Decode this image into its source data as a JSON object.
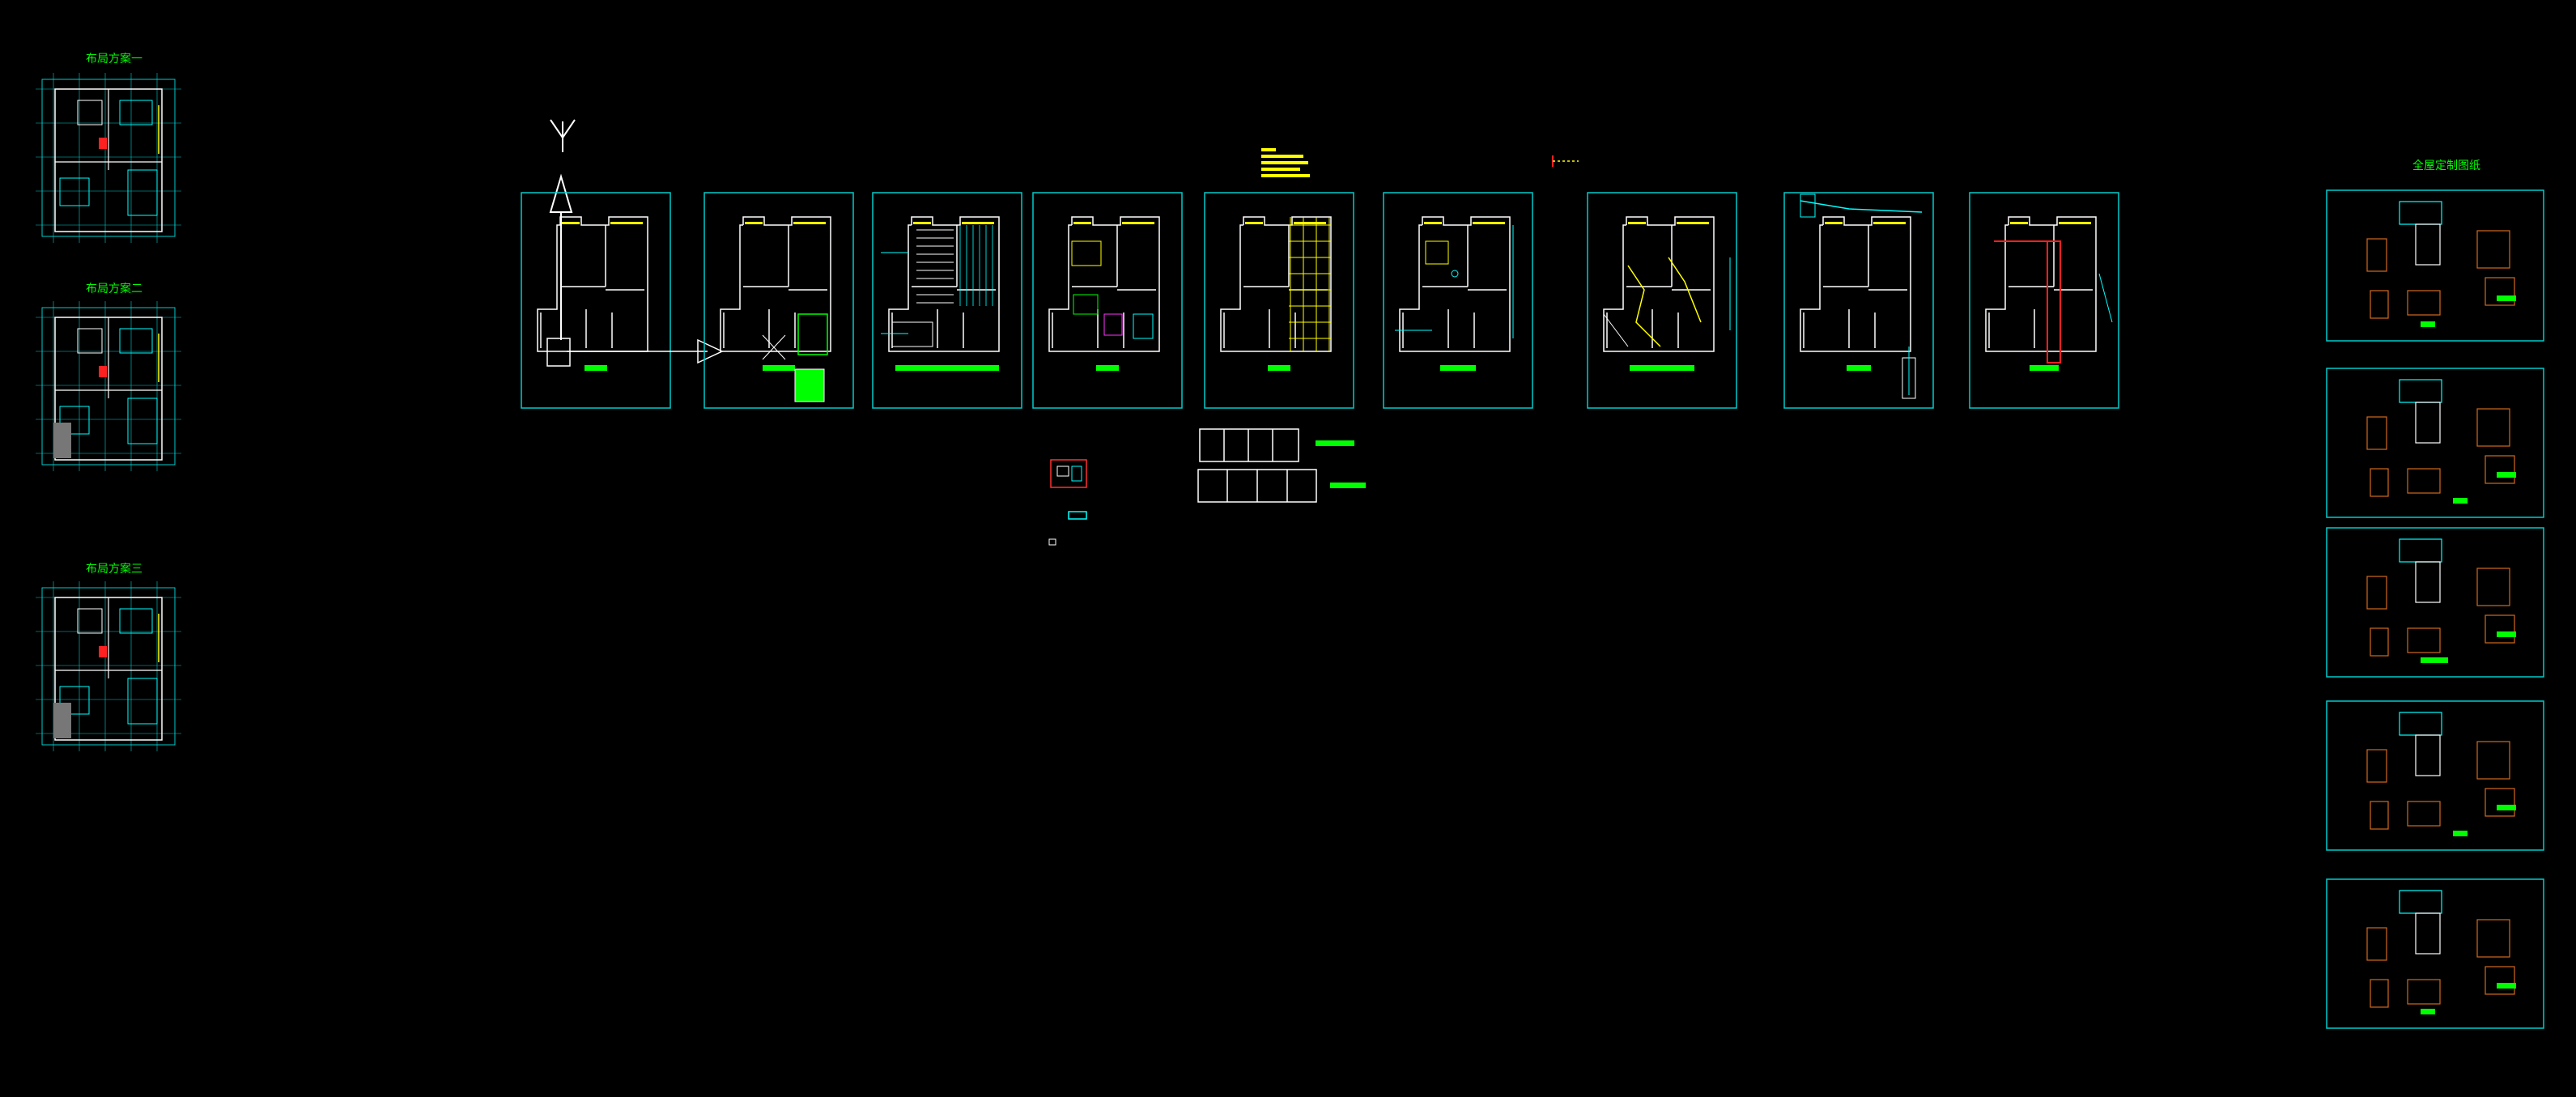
{
  "layout_titles": [
    "布局方案一",
    "布局方案二",
    "布局方案三"
  ],
  "custom_title": "全屋定制图纸",
  "colors": {
    "background": "#000000",
    "frame": "#00cccc",
    "wall": "#ffffff",
    "label_bar": "#00ff00",
    "title": "#00ff00",
    "furniture": "#d2691e",
    "note": "#ffff00",
    "hatch": "#ffff00",
    "accent_red": "#ff2020",
    "accent_magenta": "#ff33ff",
    "cyan": "#00ffff",
    "blue": "#8080ff"
  },
  "icons": [
    "ucs-y-axis-icon",
    "ucs-origin-icon"
  ]
}
